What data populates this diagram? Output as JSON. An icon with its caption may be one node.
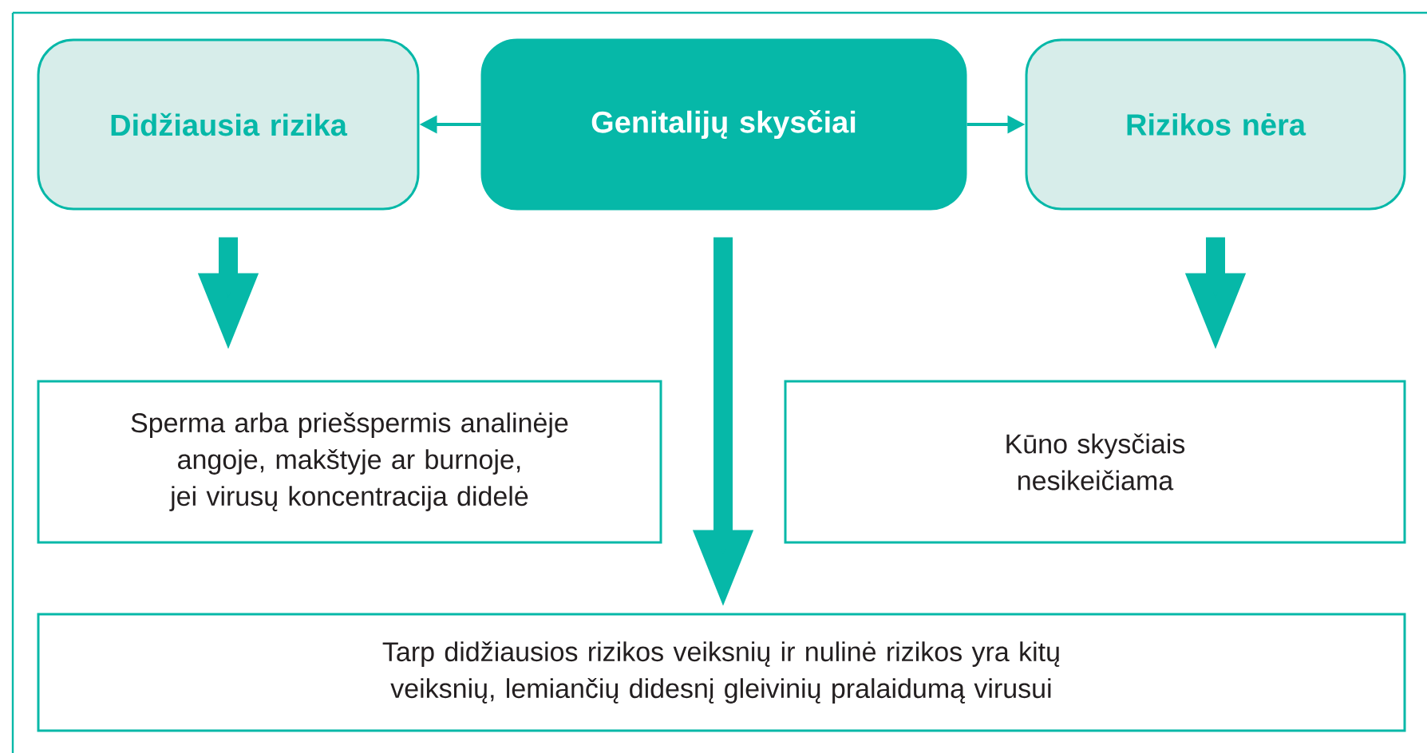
{
  "diagram": {
    "nodes": [
      {
        "text": [
          "Didžiausia rizika"
        ]
      },
      {
        "text": [
          "Genitalijų skysčiai"
        ]
      },
      {
        "text": [
          "Rizikos nėra"
        ]
      },
      {
        "text": [
          "Sperma arba priešspermis analinėje angoje, makštyje ar burnoje, jei virusų koncentracija didelė"
        ]
      },
      {
        "text": [
          "Kūno skysčiais nesikeičiama"
        ]
      },
      {
        "text": [
          "Tarp didžiausios rizikos veiksnių ir nulinė rizikos yra kitų veiksnių, lemiančių didesnį gleivinių pralaidumą virusui"
        ]
      }
    ],
    "edges": [
      {
        "from": 1,
        "to": 0,
        "arrow": "to"
      },
      {
        "from": 1,
        "to": 2,
        "arrow": "to"
      },
      {
        "from": 0,
        "to": 3,
        "arrow": "to"
      },
      {
        "from": 1,
        "to": 5,
        "arrow": "to"
      },
      {
        "from": 2,
        "to": 4,
        "arrow": "to"
      }
    ]
  }
}
